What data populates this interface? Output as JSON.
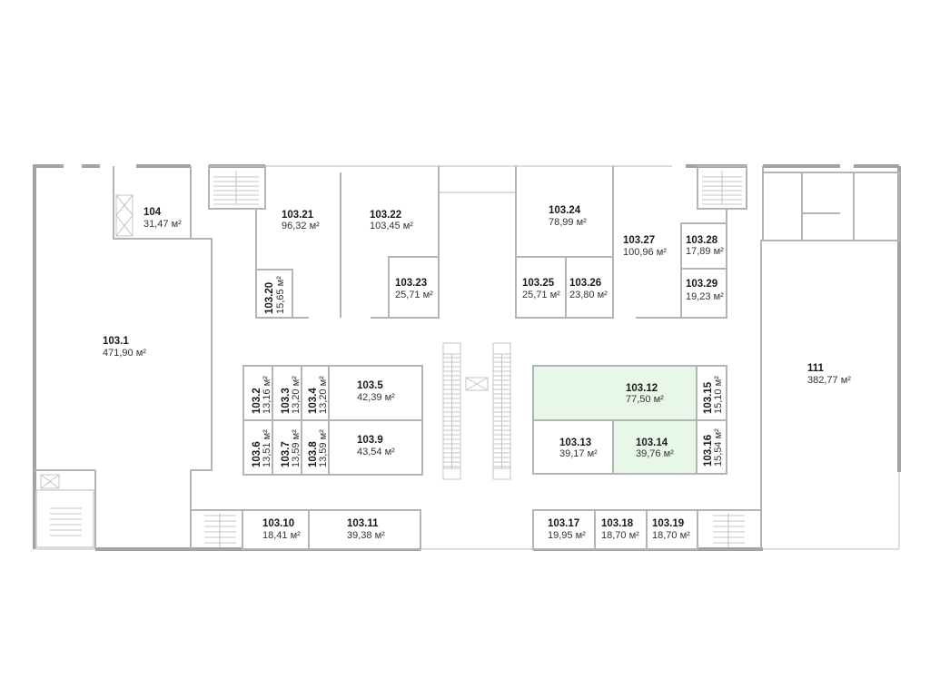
{
  "plan": {
    "unit": "м²",
    "highlight_color": "#e7f8e8",
    "rooms": {
      "r104": {
        "id": "104",
        "area": "31,47 м²"
      },
      "r103_1": {
        "id": "103.1",
        "area": "471,90 м²"
      },
      "r103_2": {
        "id": "103.2",
        "area": "13,16 м²"
      },
      "r103_3": {
        "id": "103.3",
        "area": "13,20 м²"
      },
      "r103_4": {
        "id": "103.4",
        "area": "13,20 м²"
      },
      "r103_5": {
        "id": "103.5",
        "area": "42,39 м²"
      },
      "r103_6": {
        "id": "103.6",
        "area": "13,51 м²"
      },
      "r103_7": {
        "id": "103.7",
        "area": "13,59 м²"
      },
      "r103_8": {
        "id": "103.8",
        "area": "13,59 м²"
      },
      "r103_9": {
        "id": "103.9",
        "area": "43,54 м²"
      },
      "r103_10": {
        "id": "103.10",
        "area": "18,41 м²"
      },
      "r103_11": {
        "id": "103.11",
        "area": "39,38 м²"
      },
      "r103_12": {
        "id": "103.12",
        "area": "77,50 м²",
        "available": true
      },
      "r103_13": {
        "id": "103.13",
        "area": "39,17 м²"
      },
      "r103_14": {
        "id": "103.14",
        "area": "39,76 м²",
        "available": true
      },
      "r103_15": {
        "id": "103.15",
        "area": "15,10 м²"
      },
      "r103_16": {
        "id": "103.16",
        "area": "15,54 м²"
      },
      "r103_17": {
        "id": "103.17",
        "area": "19,95 м²"
      },
      "r103_18": {
        "id": "103.18",
        "area": "18,70 м²"
      },
      "r103_19": {
        "id": "103.19",
        "area": "18,70 м²"
      },
      "r103_20": {
        "id": "103.20",
        "area": "15,65 м²"
      },
      "r103_21": {
        "id": "103.21",
        "area": "96,32 м²"
      },
      "r103_22": {
        "id": "103.22",
        "area": "103,45 м²"
      },
      "r103_23": {
        "id": "103.23",
        "area": "25,71 м²"
      },
      "r103_24": {
        "id": "103.24",
        "area": "78,99 м²"
      },
      "r103_25": {
        "id": "103.25",
        "area": "25,71 м²"
      },
      "r103_26": {
        "id": "103.26",
        "area": "23,80 м²"
      },
      "r103_27": {
        "id": "103.27",
        "area": "100,96 м²"
      },
      "r103_28": {
        "id": "103.28",
        "area": "17,89 м²"
      },
      "r103_29": {
        "id": "103.29",
        "area": "19,23 м²"
      },
      "r111": {
        "id": "111",
        "area": "382,77 м²"
      }
    }
  }
}
